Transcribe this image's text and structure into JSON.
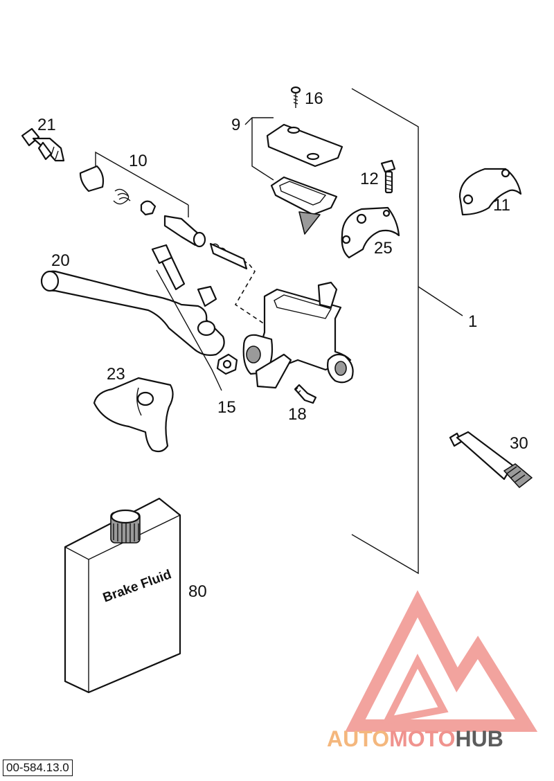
{
  "diagram": {
    "callouts": {
      "c1": "1",
      "c9": "9",
      "c10": "10",
      "c11": "11",
      "c12": "12",
      "c15": "15",
      "c16": "16",
      "c18": "18",
      "c20": "20",
      "c21": "21",
      "c23": "23",
      "c25": "25",
      "c30": "30",
      "c80": "80"
    },
    "bottle_label": "Brake Fluid",
    "reference_code": "00-584.13.0"
  },
  "watermark": {
    "part1": "AUTO",
    "part2": "MOTO",
    "part3": "HUB",
    "colors": {
      "primary": "#f0938e",
      "secondary": "#f4b77d",
      "dark": "#5c5c5c"
    }
  }
}
